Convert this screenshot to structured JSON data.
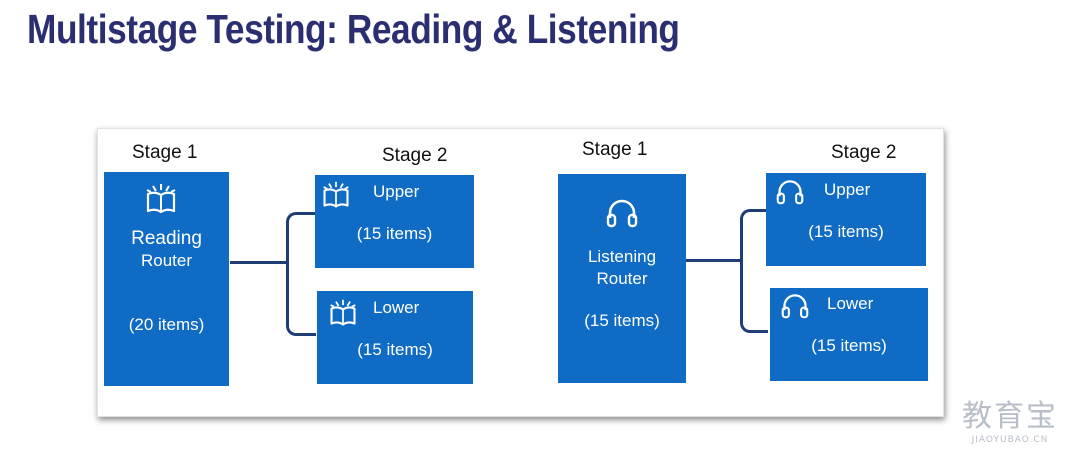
{
  "title": "Multistage Testing: Reading & Listening",
  "reading": {
    "stage1_label": "Stage 1",
    "stage2_label": "Stage 2",
    "router": {
      "line1": "Reading",
      "line2": "Router",
      "items": "(20 items)",
      "icon": "book-icon"
    },
    "upper": {
      "label": "Upper",
      "items": "(15 items)",
      "icon": "book-icon"
    },
    "lower": {
      "label": "Lower",
      "items": "(15 items)",
      "icon": "book-icon"
    }
  },
  "listening": {
    "stage1_label": "Stage 1",
    "stage2_label": "Stage 2",
    "router": {
      "line1": "Listening",
      "line2": "Router",
      "items": "(15 items)",
      "icon": "headphones-icon"
    },
    "upper": {
      "label": "Upper",
      "items": "(15 items)",
      "icon": "headphones-icon"
    },
    "lower": {
      "label": "Lower",
      "items": "(15 items)",
      "icon": "headphones-icon"
    }
  },
  "watermark": {
    "line1": "教育宝",
    "line2": "JIAOYUBAO.CN"
  },
  "colors": {
    "title": "#2b2f72",
    "box": "#0f6bc4",
    "connector": "#1f3d75"
  }
}
